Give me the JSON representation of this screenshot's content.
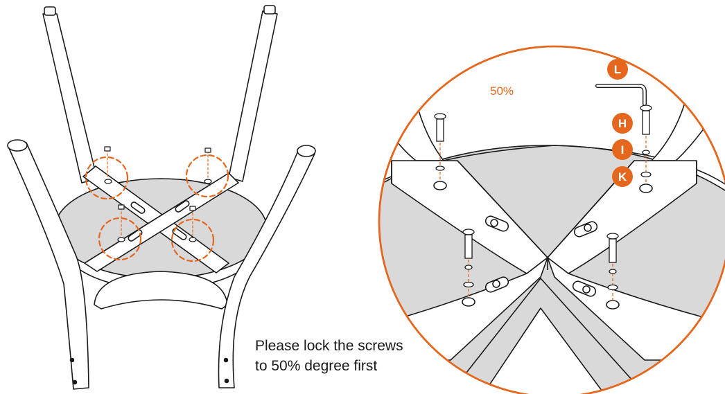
{
  "colors": {
    "accent": "#e4671d",
    "line": "#1a1a1a",
    "seat": "#d9d9d9",
    "background": "#ffffff"
  },
  "detail": {
    "percent_label": "50%",
    "parts": [
      {
        "letter": "L",
        "name": "allen-key"
      },
      {
        "letter": "H",
        "name": "screw"
      },
      {
        "letter": "I",
        "name": "spring-washer"
      },
      {
        "letter": "K",
        "name": "flat-washer"
      }
    ]
  },
  "instruction": {
    "line1": "Please lock the screws",
    "line2": "to 50% degree first"
  }
}
